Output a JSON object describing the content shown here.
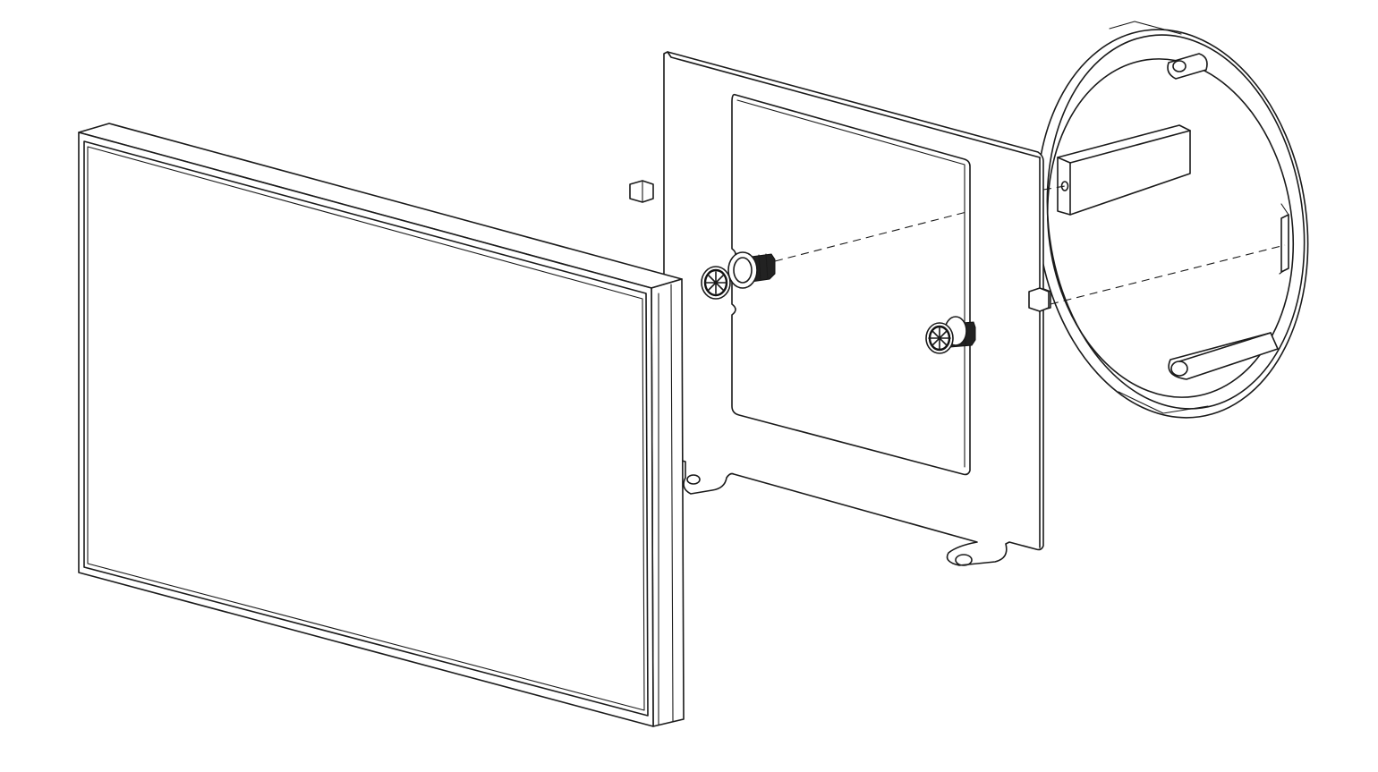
{
  "diagram": {
    "type": "exploded-assembly-line-drawing",
    "parts": [
      "touch-panel-display",
      "mounting-bracket-plate",
      "mounting-screw",
      "mounting-screw",
      "electrical-back-box"
    ],
    "colors": {
      "line": "#1a1a1a",
      "background": "#ffffff"
    }
  }
}
